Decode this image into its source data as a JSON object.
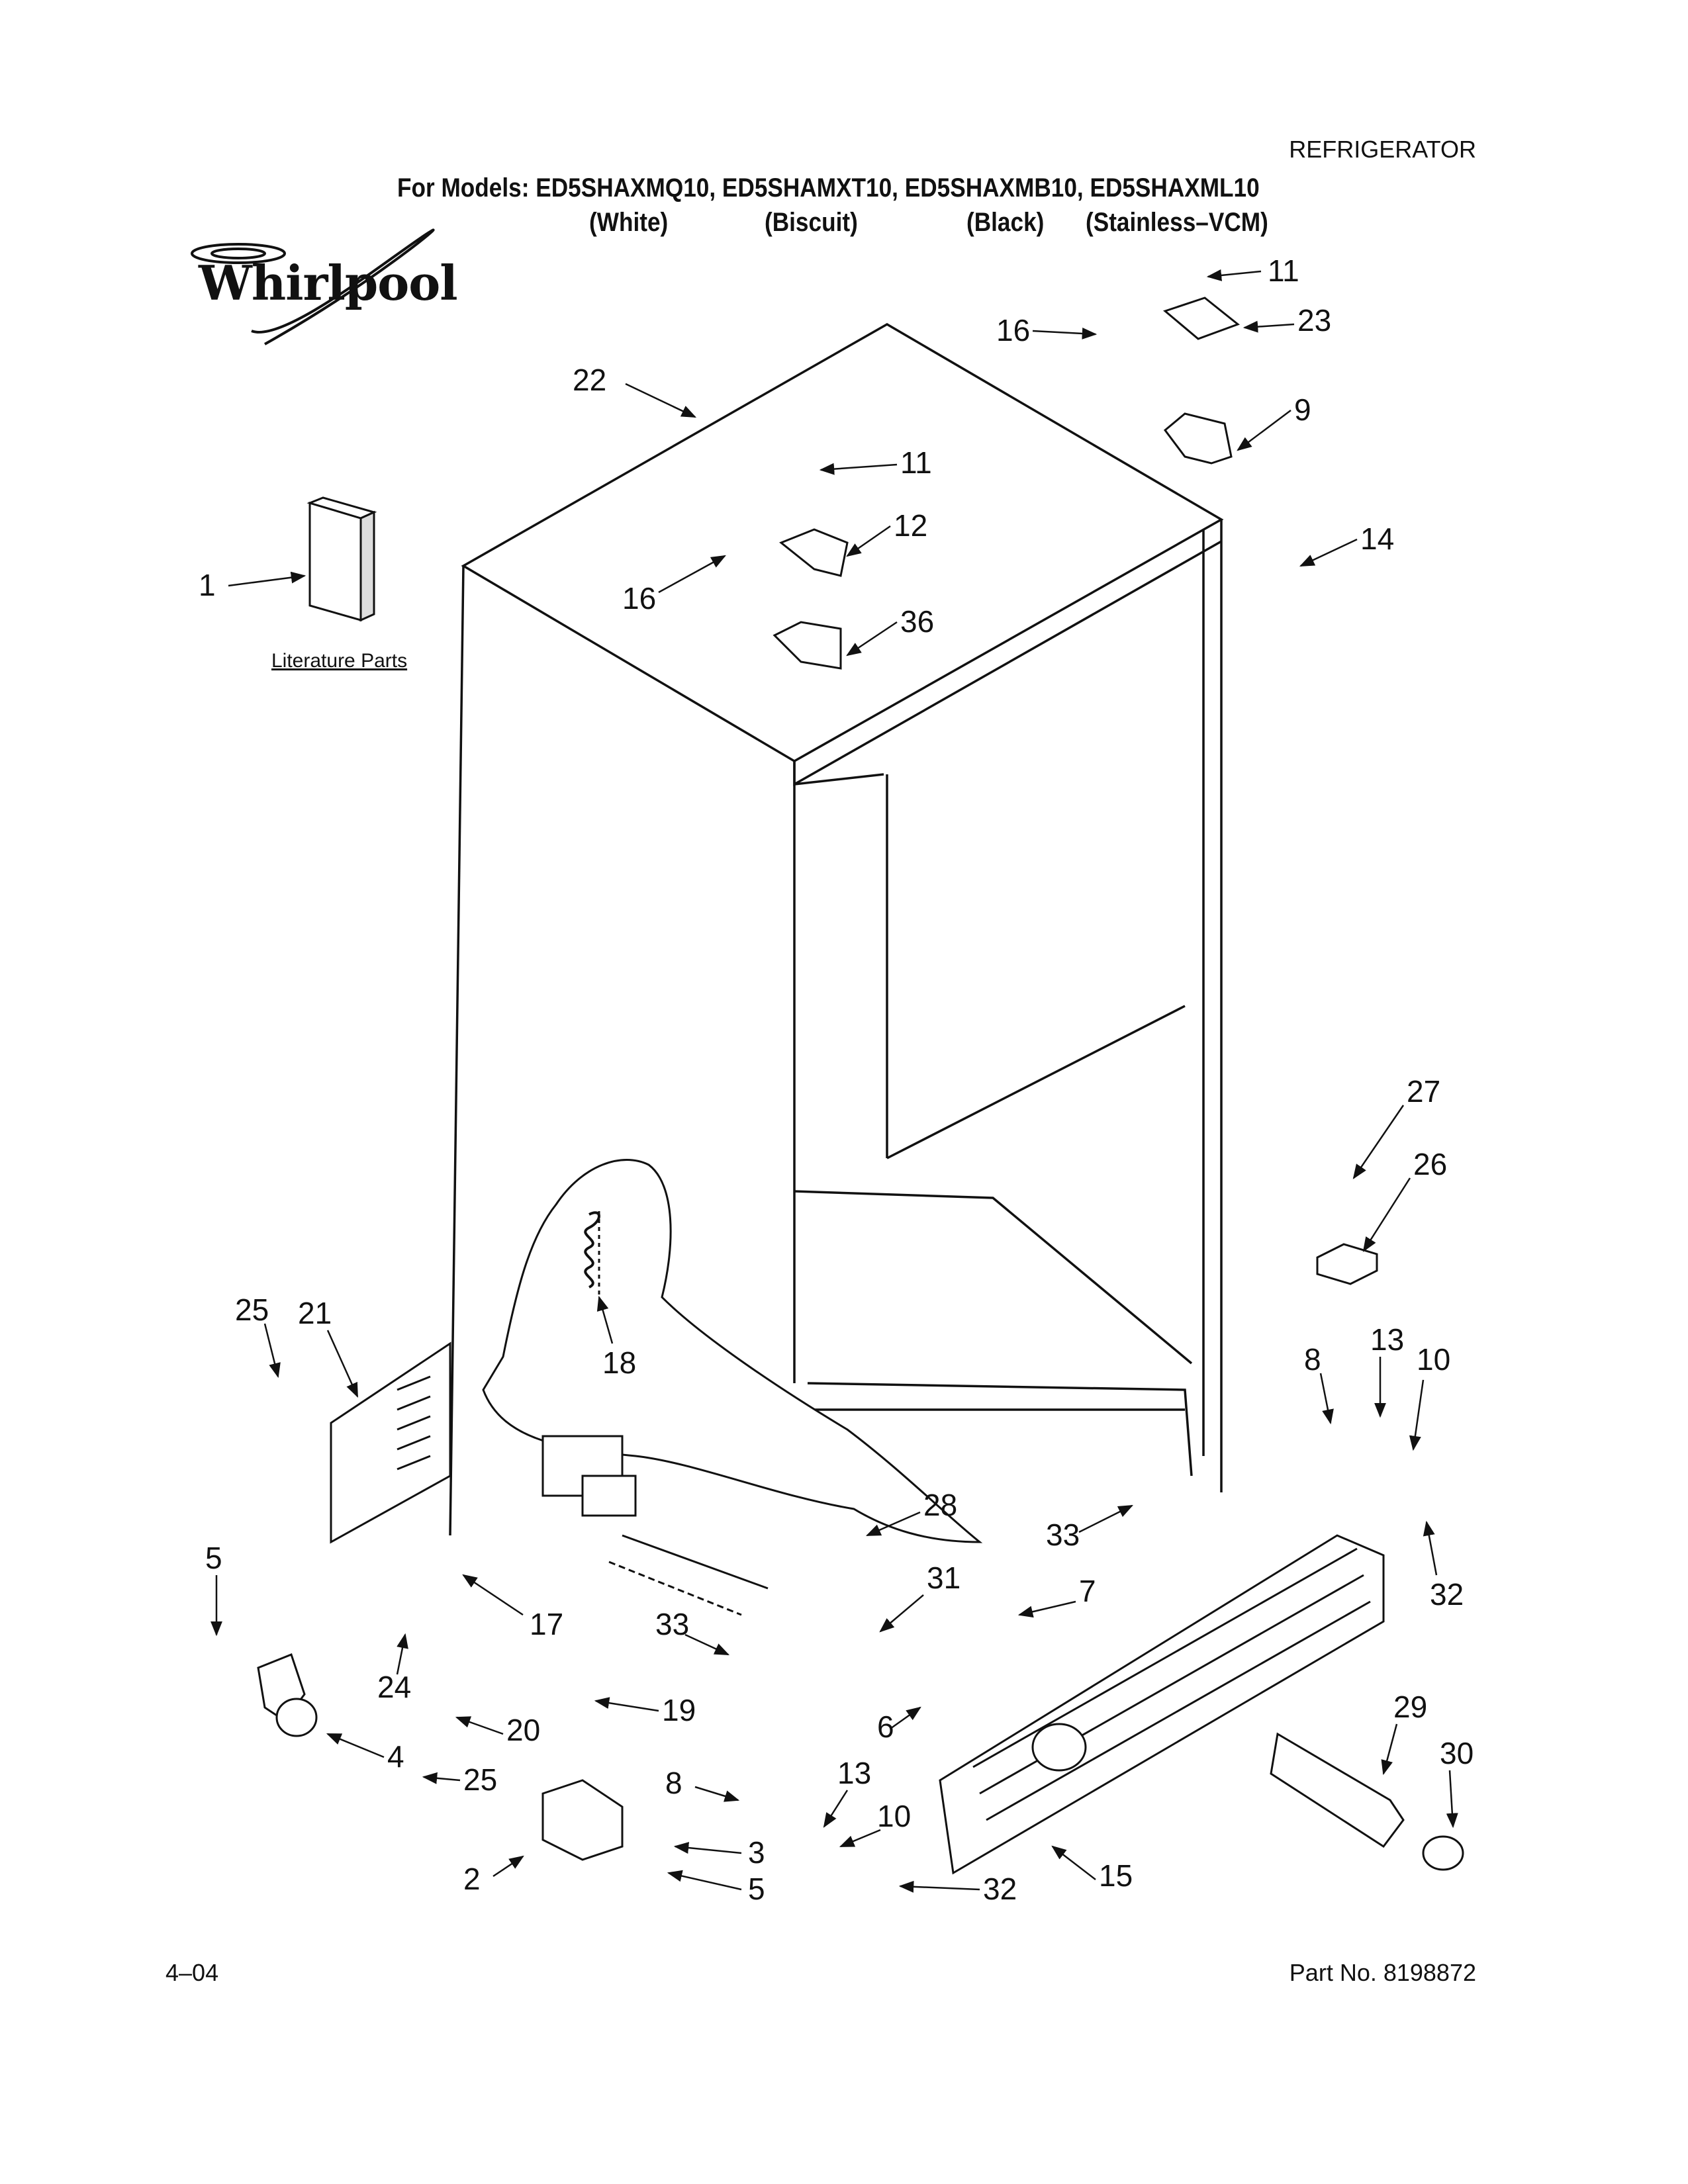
{
  "header": {
    "category": "REFRIGERATOR",
    "models": "For Models: ED5SHAXMQ10, ED5SHAMXT10, ED5SHAXMB10, ED5SHAXML10",
    "colors": [
      "(White)",
      "(Biscuit)",
      "(Black)",
      "(Stainless–VCM)"
    ]
  },
  "brand": {
    "logo_text": "Whirlpool"
  },
  "literature_label": "Literature Parts",
  "footer": {
    "date": "4–04",
    "part_no": "Part No. 8198872"
  },
  "callouts": {
    "c1": "1",
    "c11a": "11",
    "c16a": "16",
    "c23": "23",
    "c22": "22",
    "c9": "9",
    "c11b": "11",
    "c12": "12",
    "c16b": "16",
    "c36": "36",
    "c14": "14",
    "c27": "27",
    "c26": "26",
    "c25a": "25",
    "c21": "21",
    "c18": "18",
    "c8a": "8",
    "c13a": "13",
    "c10a": "10",
    "c28": "28",
    "c33a": "33",
    "c32a": "32",
    "c5a": "5",
    "c17": "17",
    "c31": "31",
    "c7": "7",
    "c33b": "33",
    "c24": "24",
    "c19": "19",
    "c20": "20",
    "c4": "4",
    "c6": "6",
    "c29": "29",
    "c30": "30",
    "c25b": "25",
    "c8b": "8",
    "c13b": "13",
    "c3": "3",
    "c10b": "10",
    "c2": "2",
    "c5b": "5",
    "c32b": "32",
    "c15": "15"
  }
}
